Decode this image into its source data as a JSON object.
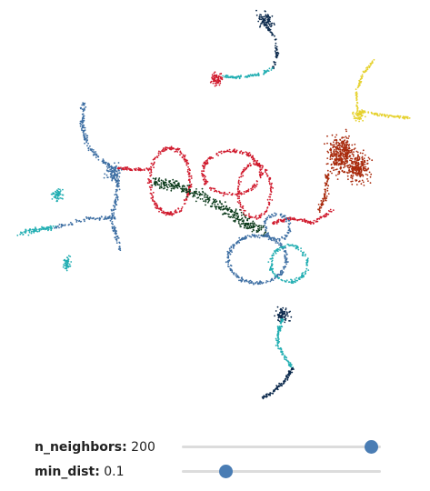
{
  "controls": {
    "n_neighbors": {
      "label": "n_neighbors:",
      "value": "200",
      "fraction": 0.95
    },
    "min_dist": {
      "label": "min_dist:",
      "value": "0.1",
      "fraction": 0.22
    }
  },
  "palette": [
    "#0c2a4d",
    "#22aeb2",
    "#d01a2d",
    "#3e6fa3",
    "#e6d230",
    "#a82a0c",
    "#0a3a1a"
  ]
}
